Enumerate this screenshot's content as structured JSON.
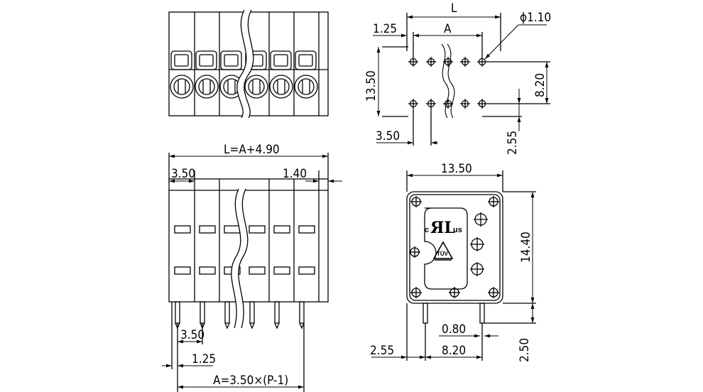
{
  "top_view": {
    "dims": {
      "L": "L",
      "A": "A",
      "pitch_offset": "1.25",
      "hole_dia": "ϕ1.10",
      "height": "13.50",
      "row_spacing": "8.20",
      "pitch": "3.50",
      "edge": "2.55"
    }
  },
  "front_view": {
    "dims": {
      "total": "L=A+4.90",
      "pitch_top": "3.50",
      "side": "1.40",
      "pitch_pin": "3.50",
      "pin_offset": "1.25",
      "span": "A=3.50×(P-1)"
    }
  },
  "side_view": {
    "dims": {
      "width": "13.50",
      "height": "14.40",
      "pin_width": "0.80",
      "edge": "2.55",
      "row_spacing": "8.20",
      "pin_length": "2.50"
    },
    "marks": {
      "ul_left": "c",
      "ul_main": "ЯL",
      "ul_right": "us",
      "tuv": "TÜV"
    }
  }
}
